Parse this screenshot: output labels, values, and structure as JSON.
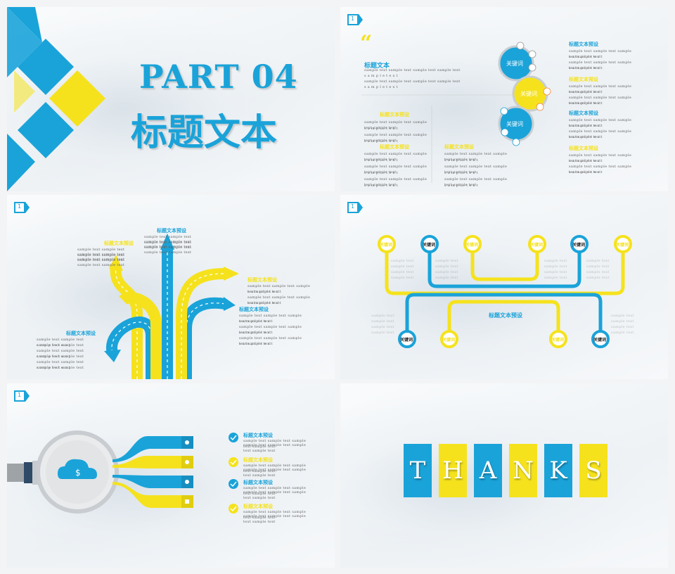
{
  "colors": {
    "cyan": "#1aa3d9",
    "yellow": "#f5e21d",
    "gray": "#d9dcdf",
    "dark": "#2a2a2a"
  },
  "page_num": "1",
  "sample_line": "sample text sample text sample text sample text",
  "sample_spaced": "s a m p l e   t e x t",
  "slide1": {
    "part": "PART 04",
    "title": "标题文本"
  },
  "slide2": {
    "quote": "“",
    "title": "标题文本",
    "body": [
      "sample text sample text sample text sample text",
      "s a m p l e   t e x t",
      "sample text sample text sample text sample text",
      "s a m p l e   t e x t"
    ],
    "label_a": "标题文本预设",
    "label_b": "标题文本预设",
    "label_c": "标题文本预设",
    "kw": [
      "关键词",
      "关键词",
      "关键词"
    ],
    "right_labels": [
      "标题文本预设",
      "标题文本预设",
      "标题文本预设",
      "标题文本预设"
    ]
  },
  "slide3": {
    "labels": [
      "标题文本预设",
      "标题文本预设",
      "标题文本预设",
      "标题文本预设",
      "标题文本预设"
    ]
  },
  "slide4": {
    "kw_top": [
      "关键词",
      "关键词",
      "关键词",
      "关键词",
      "关键词",
      "关键词"
    ],
    "kw_bottom": [
      "关键词",
      "关键词",
      "关键词",
      "关键词"
    ],
    "center": "标题文本预设"
  },
  "slide5": {
    "labels": [
      "标题文本预设",
      "标题文本预设",
      "标题文本预设",
      "标题文本预设"
    ]
  },
  "slide6": {
    "letters": [
      "T",
      "H",
      "A",
      "N",
      "K",
      "S"
    ]
  }
}
